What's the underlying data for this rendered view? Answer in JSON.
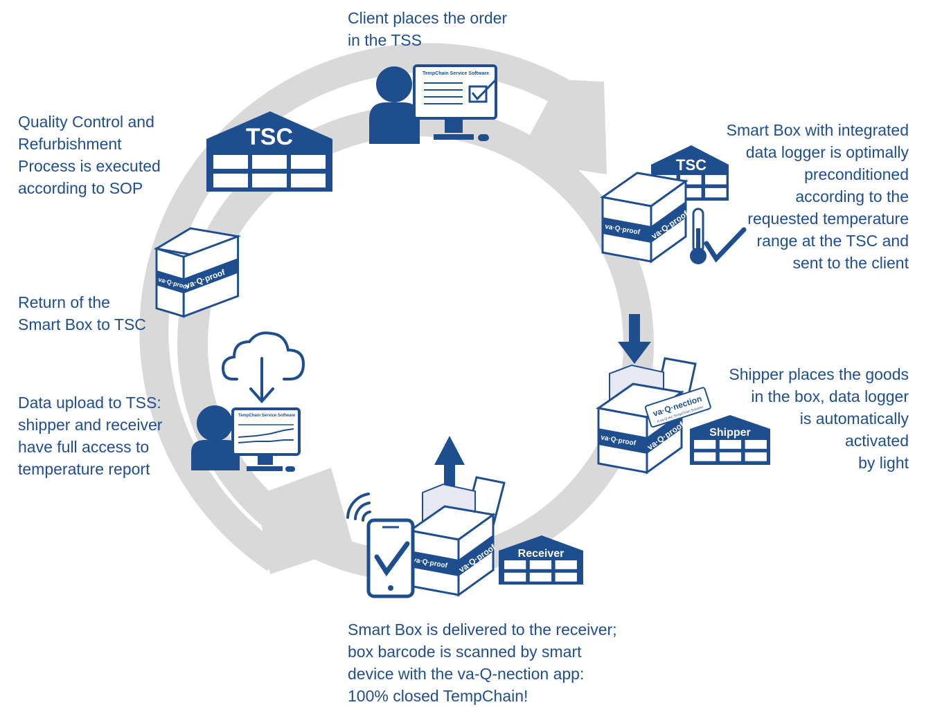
{
  "colors": {
    "navy": "#1f4e8f",
    "ring": "#d9d9d9",
    "box_face": "#ffffff",
    "goods": "#e7e8f3"
  },
  "icons": [
    "person-icon",
    "monitor-icon",
    "warehouse-icon",
    "smart-box-icon",
    "thermometer-icon",
    "checkmark-icon",
    "down-arrow-icon",
    "up-arrow-icon",
    "smartphone-icon",
    "wireless-signal-icon",
    "cloud-download-icon",
    "va-q-nection-card-icon"
  ],
  "steps": {
    "order": "Client places the order\nin the TSS",
    "precondition": "Smart Box with integrated\ndata logger is optimally\npreconditioned\naccording to the\nrequested temperature\nrange at the TSC and\nsent to the client",
    "shipper": "Shipper places the goods\nin the box, data logger\nis automatically\nactivated\nby light",
    "delivery": "Smart Box is delivered to the receiver;\nbox barcode is scanned by smart\ndevice with the va-Q-nection app:\n100% closed TempChain!",
    "upload": "Data upload to TSS:\nshipper and receiver\nhave full access to\ntemperature report",
    "return": "Return of the\nSmart Box to TSC",
    "quality": "Quality Control and\nRefurbishment\nProcess is executed\naccording to SOP"
  },
  "labels": {
    "tss_software": "TempChain Service Software",
    "tsc": "TSC",
    "shipper": "Shipper",
    "receiver": "Receiver",
    "box_brand": "va·Q·proof",
    "box_brand_short": "va·Q·proof",
    "nection": "va·Q·nection",
    "nection_sub": "A va-Q-tec TempChain Solution"
  }
}
